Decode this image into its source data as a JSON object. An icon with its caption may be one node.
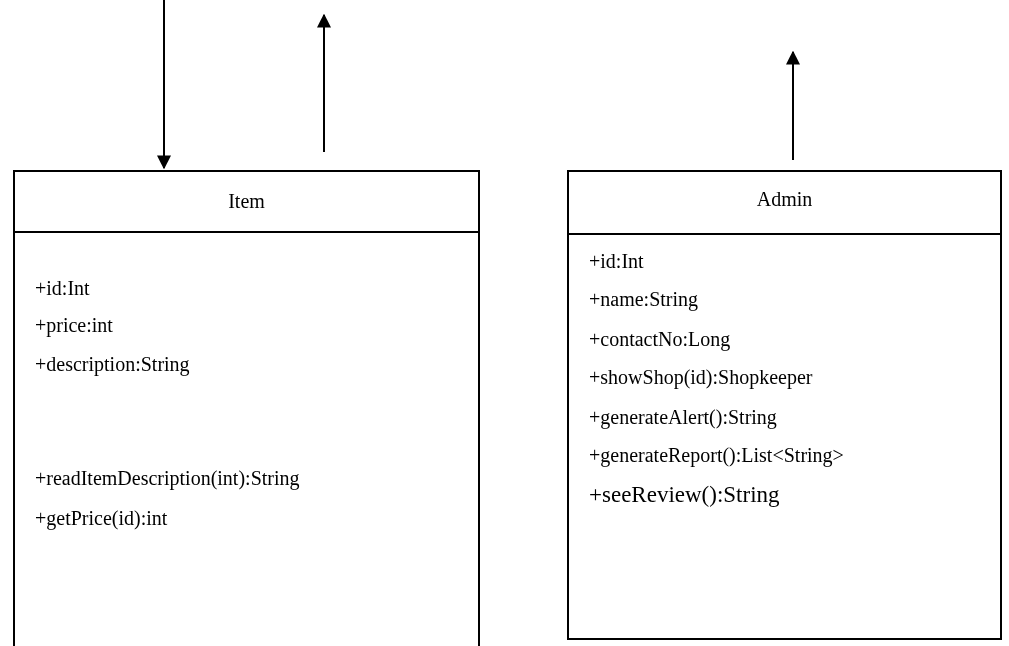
{
  "diagram": {
    "nodes": [
      {
        "text": [
          "Item",
          "+id:Int",
          "+price:int",
          "+description:String",
          "+readItemDescription(int):String",
          "+getPrice(id):int"
        ]
      },
      {
        "text": [
          "Admin",
          "+id:Int",
          "+name:String",
          "+contactNo:Long",
          "+showShop(id):Shopkeeper",
          "+generateAlert():String",
          "+generateReport():List<String>",
          "+seeReview():String"
        ]
      }
    ],
    "edges": [
      {
        "from": null,
        "to": 0,
        "arrow": "to"
      },
      {
        "from": 0,
        "to": null,
        "arrow": "to"
      },
      {
        "from": 1,
        "to": null,
        "arrow": "to"
      }
    ]
  }
}
